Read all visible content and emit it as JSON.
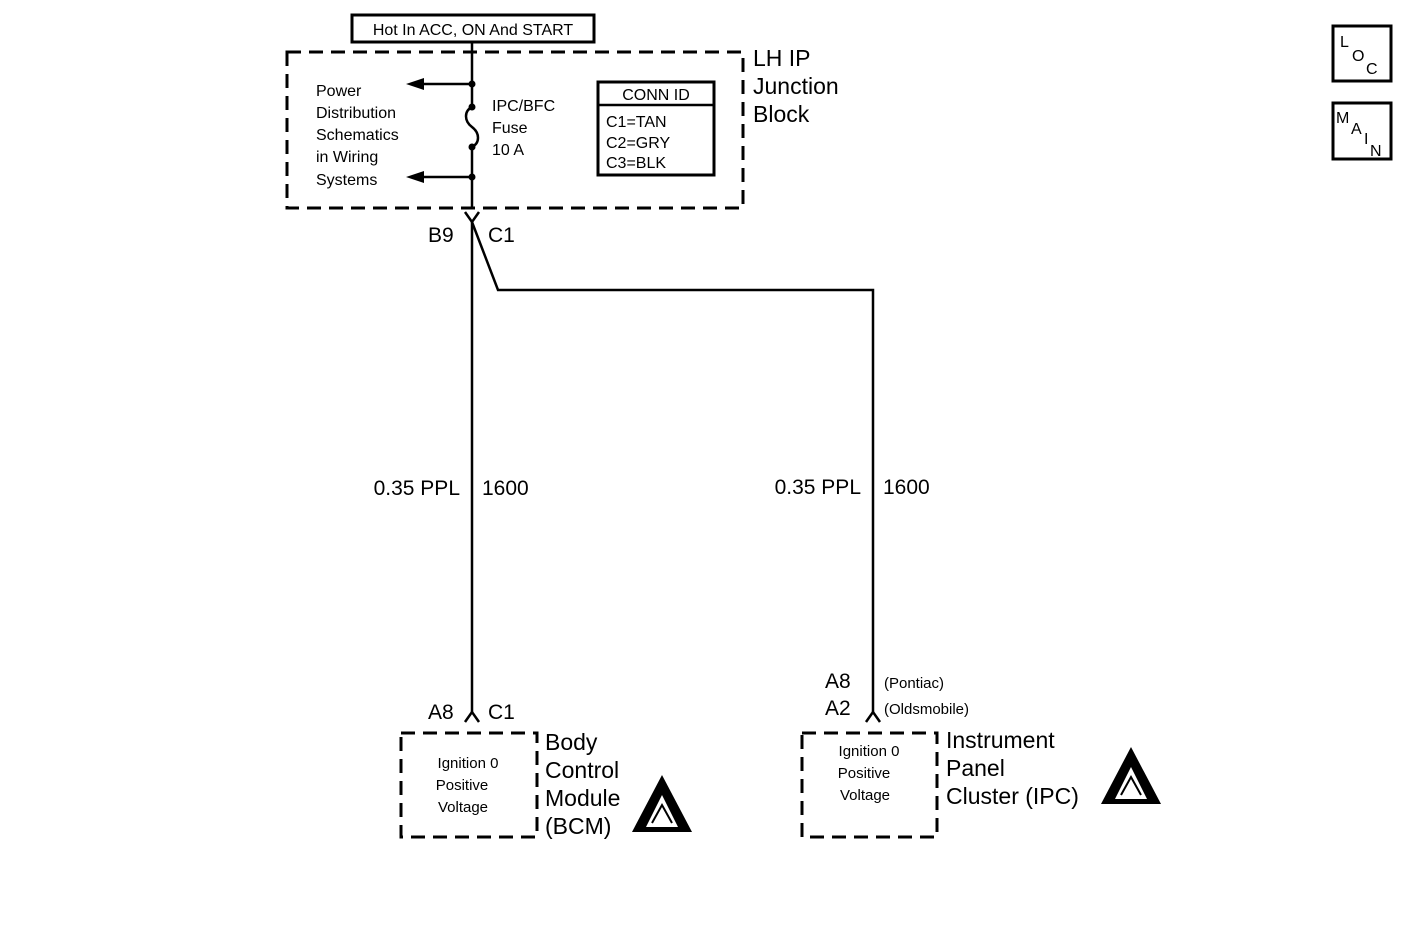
{
  "header": {
    "hot_label": "Hot In ACC, ON And START"
  },
  "junction_block": {
    "title_lines": [
      "LH IP",
      "Junction",
      "Block"
    ],
    "power_dist_lines": [
      "Power",
      "Distribution",
      "Schematics",
      "in Wiring",
      "Systems"
    ],
    "fuse_lines": [
      "IPC/BFC",
      "Fuse",
      "10 A"
    ],
    "conn_id": {
      "title": "CONN ID",
      "entries": [
        "C1=TAN",
        "C2=GRY",
        "C3=BLK"
      ]
    },
    "connector_labels": {
      "pin": "B9",
      "conn": "C1"
    }
  },
  "wires": [
    {
      "gauge_color": "0.35 PPL",
      "circuit": "1600"
    },
    {
      "gauge_color": "0.35 PPL",
      "circuit": "1600"
    }
  ],
  "bcm": {
    "pin": "A8",
    "conn": "C1",
    "inner_lines": [
      "Ignition 0",
      "Positive",
      "Voltage"
    ],
    "title_lines": [
      "Body",
      "Control",
      "Module",
      "(BCM)"
    ]
  },
  "ipc": {
    "pin_lines": [
      "A8",
      "A2"
    ],
    "variant_lines": [
      "(Pontiac)",
      "(Oldsmobile)"
    ],
    "inner_lines": [
      "Ignition 0",
      "Positive",
      "Voltage"
    ],
    "title_lines": [
      "Instrument",
      "Panel",
      "Cluster (IPC)"
    ]
  },
  "nav": {
    "loc": {
      "letters": [
        "L",
        "O",
        "C"
      ]
    },
    "main": {
      "letters": [
        "M",
        "A",
        "I",
        "N"
      ]
    }
  },
  "icons": {
    "esd_bcm": "esd-warning-icon",
    "esd_ipc": "esd-warning-icon"
  }
}
